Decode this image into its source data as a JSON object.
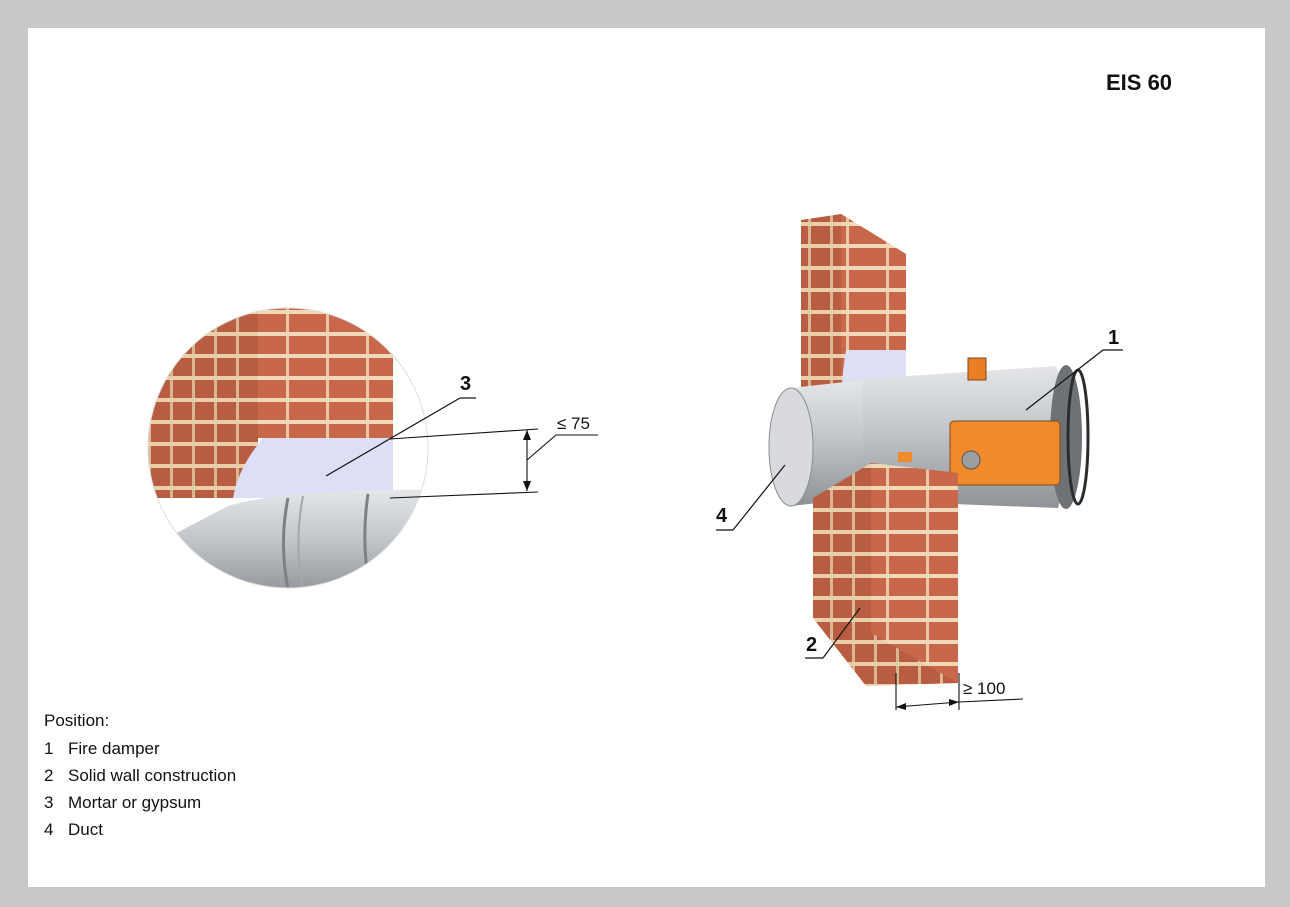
{
  "rating_label": "EIS 60",
  "callouts": {
    "c1": "1",
    "c2": "2",
    "c3": "3",
    "c4": "4"
  },
  "dimensions": {
    "gap_max": "≤ 75",
    "wall_min": "≥ 100"
  },
  "legend": {
    "title": "Position:",
    "items": [
      {
        "num": "1",
        "label": "Fire damper"
      },
      {
        "num": "2",
        "label": "Solid wall construction"
      },
      {
        "num": "3",
        "label": "Mortar or gypsum"
      },
      {
        "num": "4",
        "label": "Duct"
      }
    ]
  },
  "colors": {
    "brick": "#c8674a",
    "mortar_joint": "#efd9b8",
    "filler": "#dcdff5",
    "duct": "#c9ccd0",
    "actuator": "#f08a2a",
    "frame": "#c8c8c8"
  }
}
